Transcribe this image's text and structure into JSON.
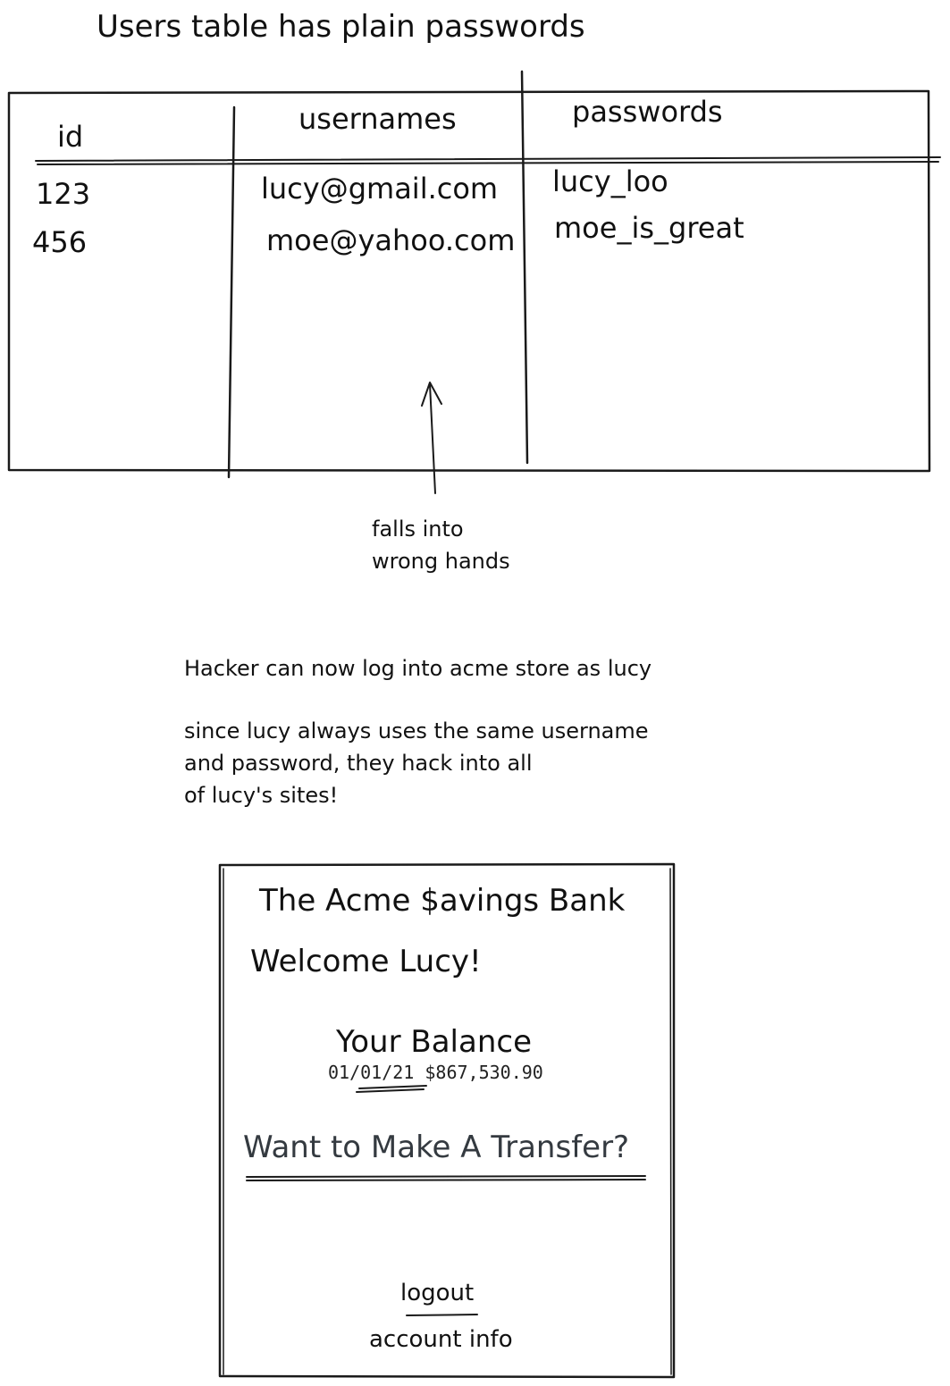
{
  "title": "Users table has plain passwords",
  "users_table": {
    "headers": [
      "id",
      "usernames",
      "passwords"
    ],
    "rows": [
      [
        "123",
        "lucy@gmail.com",
        "lucy_loo"
      ],
      [
        "456",
        "moe@yahoo.com",
        "moe_is_great"
      ]
    ]
  },
  "arrow_note": [
    "falls into",
    "wrong hands"
  ],
  "hacker_note": "Hacker can now log into acme store as lucy",
  "reuse_note": [
    "since lucy always uses the same username",
    "and password, they hack into all",
    "of lucy's sites!"
  ],
  "bank_page": {
    "bank_name": "The Acme $avings Bank",
    "welcome": "Welcome Lucy!",
    "balance_heading": "Your Balance",
    "balance_line": "01/01/21 $867,530.90",
    "transfer_link": "Want to Make A Transfer?",
    "logout_link": "logout",
    "account_info_link": "account info"
  }
}
